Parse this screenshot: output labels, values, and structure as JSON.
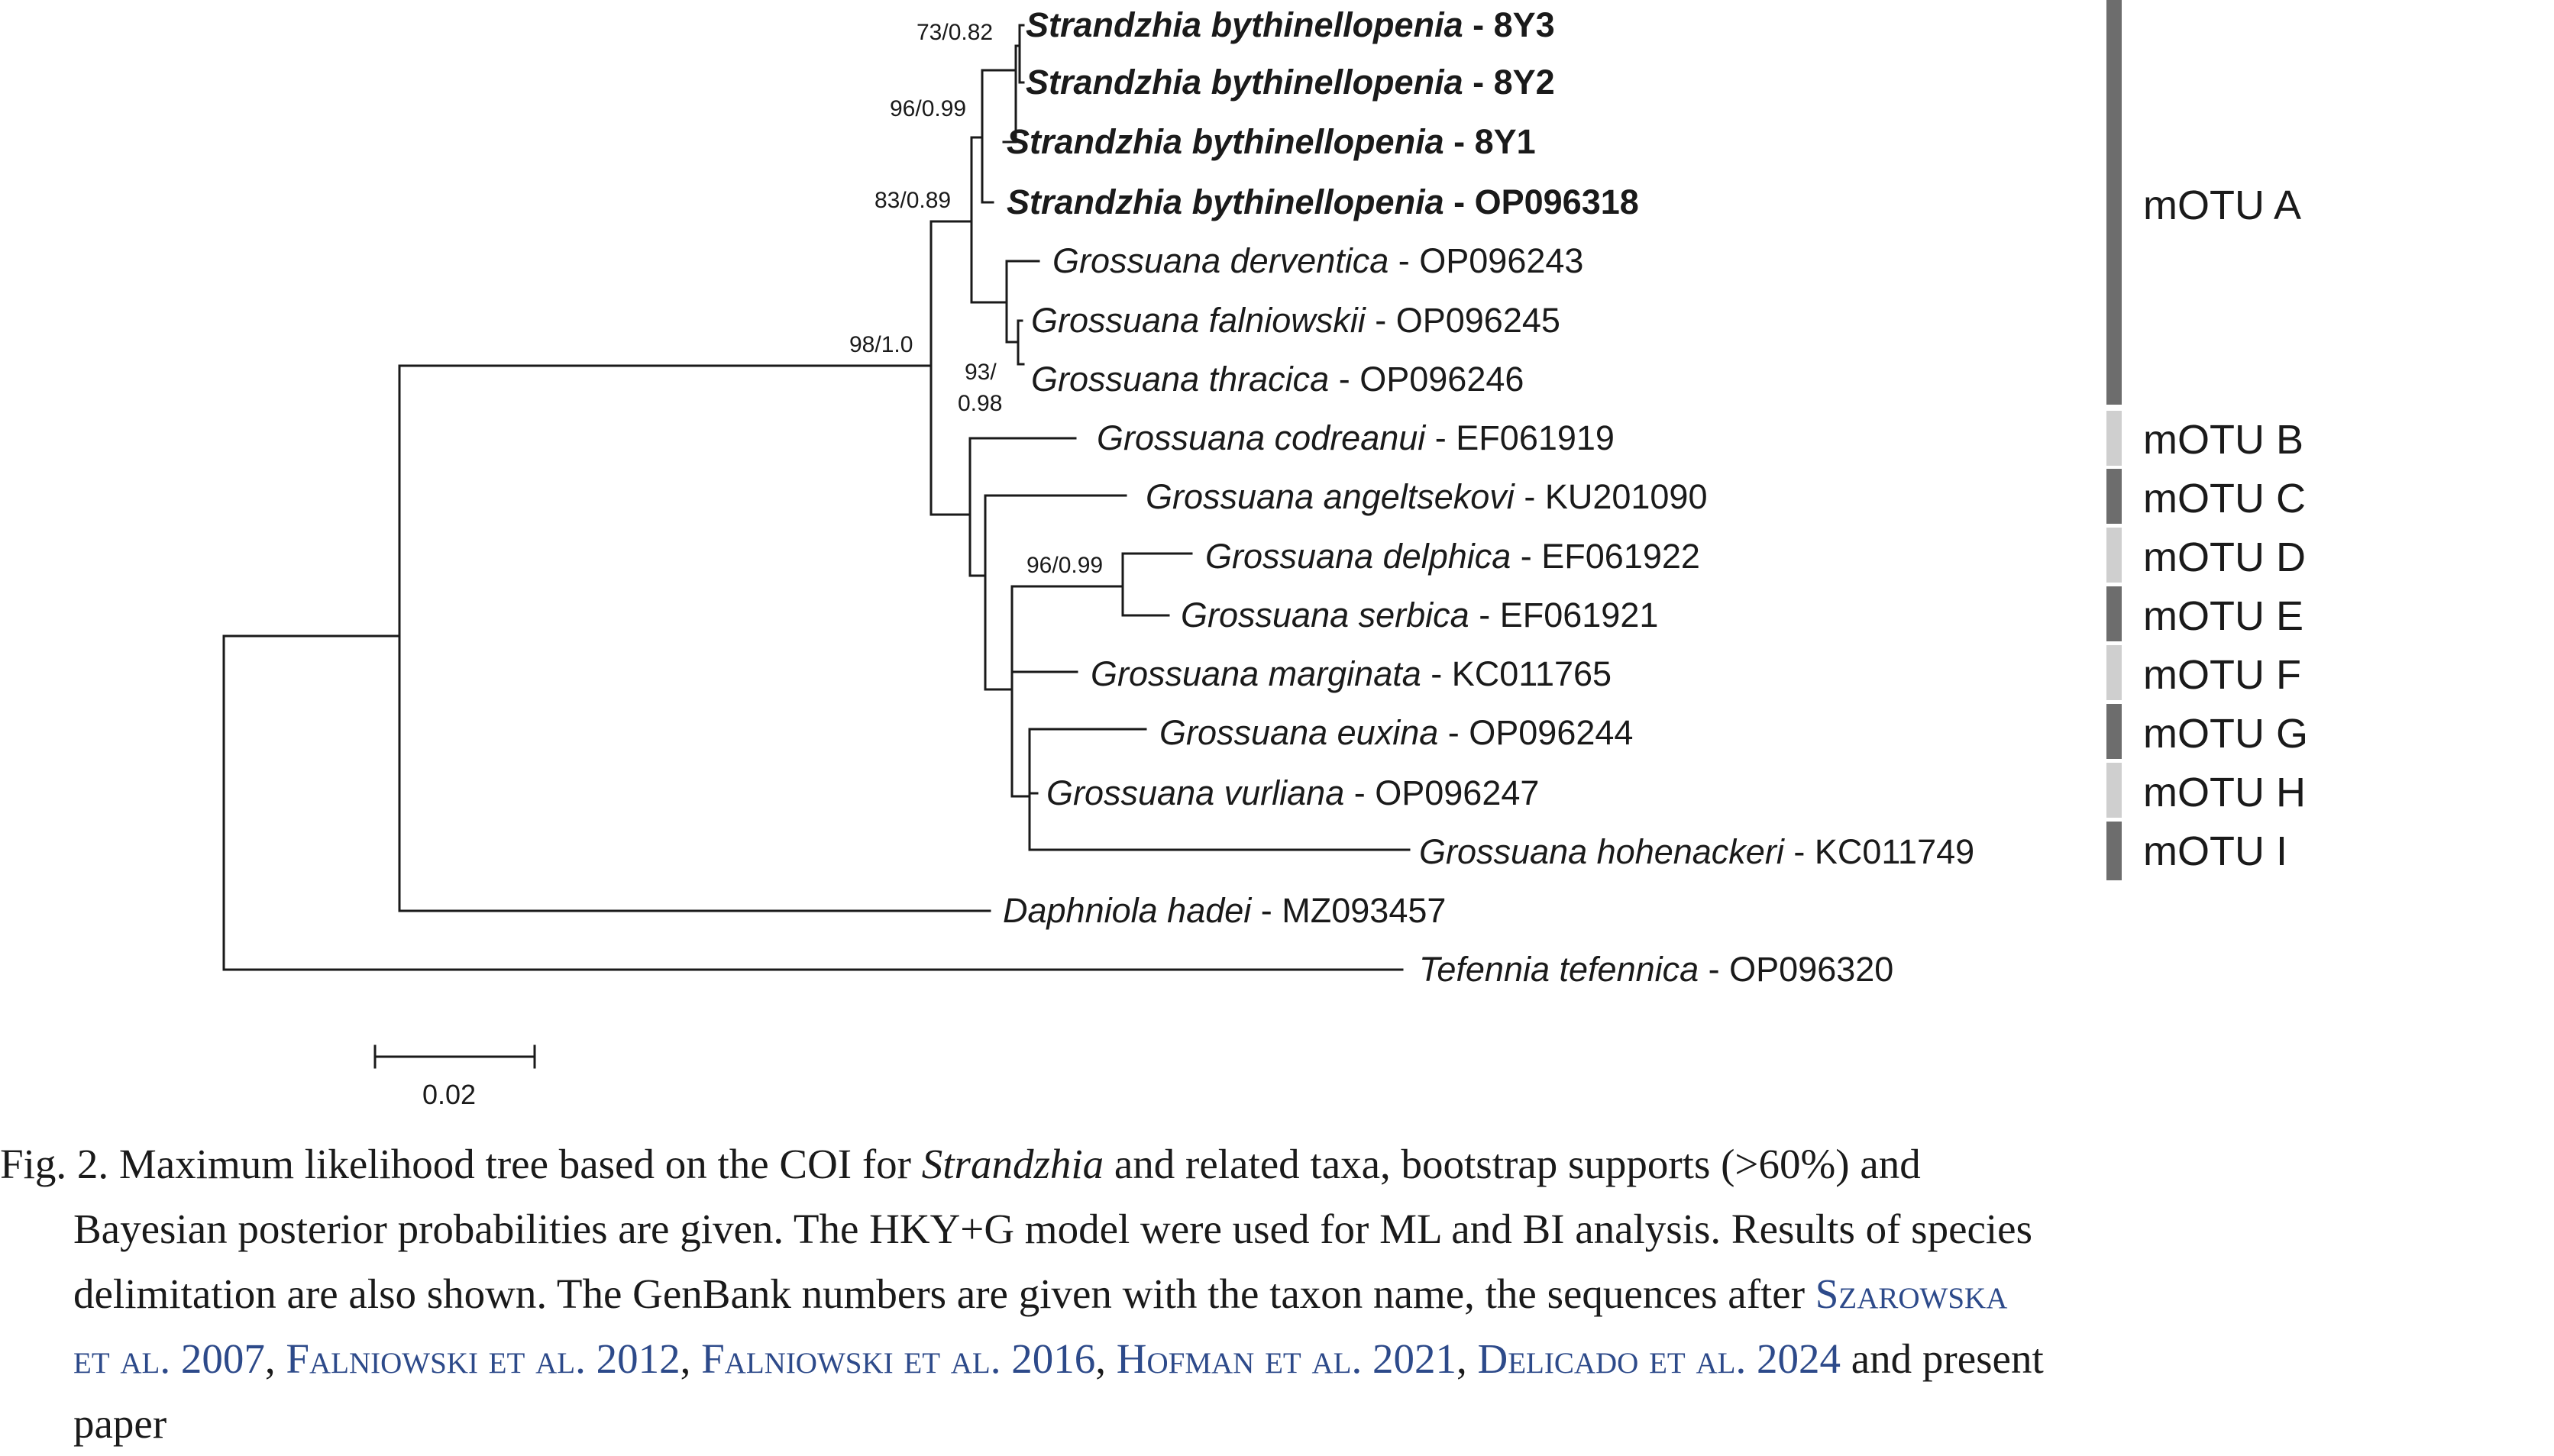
{
  "tree": {
    "taxa": [
      {
        "genus": "Strandzhia",
        "species": "bythinellopenia",
        "accession": "8Y3",
        "bold": true
      },
      {
        "genus": "Strandzhia",
        "species": "bythinellopenia",
        "accession": "8Y2",
        "bold": true
      },
      {
        "genus": "Strandzhia",
        "species": "bythinellopenia",
        "accession": "8Y1",
        "bold": true
      },
      {
        "genus": "Strandzhia",
        "species": "bythinellopenia",
        "accession": "OP096318",
        "bold": true
      },
      {
        "genus": "Grossuana",
        "species": "derventica",
        "accession": "OP096243",
        "bold": false
      },
      {
        "genus": "Grossuana",
        "species": "falniowskii",
        "accession": "OP096245",
        "bold": false
      },
      {
        "genus": "Grossuana",
        "species": "thracica",
        "accession": "OP096246",
        "bold": false
      },
      {
        "genus": "Grossuana",
        "species": "codreanui",
        "accession": "EF061919",
        "bold": false
      },
      {
        "genus": "Grossuana",
        "species": "angeltsekovi",
        "accession": "KU201090",
        "bold": false
      },
      {
        "genus": "Grossuana",
        "species": "delphica",
        "accession": "EF061922",
        "bold": false
      },
      {
        "genus": "Grossuana",
        "species": "serbica",
        "accession": "EF061921",
        "bold": false
      },
      {
        "genus": "Grossuana",
        "species": "marginata",
        "accession": "KC011765",
        "bold": false
      },
      {
        "genus": "Grossuana",
        "species": "euxina",
        "accession": "OP096244",
        "bold": false
      },
      {
        "genus": "Grossuana",
        "species": "vurliana",
        "accession": "OP096247",
        "bold": false
      },
      {
        "genus": "Grossuana",
        "species": "hohenackeri",
        "accession": "KC011749",
        "bold": false
      },
      {
        "genus": "Daphniola",
        "species": "hadei",
        "accession": "MZ093457",
        "bold": false
      },
      {
        "genus": "Tefennia",
        "species": "tefennica",
        "accession": "OP096320",
        "bold": false
      }
    ],
    "supports": {
      "s1": "73/0.82",
      "s2": "96/0.99",
      "s3": "83/0.89",
      "s4": "98/1.0",
      "s5a": "93/",
      "s5b": "0.98",
      "s6": "96/0.99"
    },
    "motu": [
      {
        "label": "mOTU A",
        "shade": "#6d6d6d"
      },
      {
        "label": "mOTU B",
        "shade": "#cfcfcf"
      },
      {
        "label": "mOTU C",
        "shade": "#6d6d6d"
      },
      {
        "label": "mOTU D",
        "shade": "#cfcfcf"
      },
      {
        "label": "mOTU E",
        "shade": "#6d6d6d"
      },
      {
        "label": "mOTU F",
        "shade": "#cfcfcf"
      },
      {
        "label": "mOTU G",
        "shade": "#6d6d6d"
      },
      {
        "label": "mOTU H",
        "shade": "#cfcfcf"
      },
      {
        "label": "mOTU I",
        "shade": "#6d6d6d"
      }
    ],
    "scale_label": "0.02",
    "separator": " - "
  },
  "caption": {
    "l1_a": "Fig. 2. Maximum likelihood tree based on the COI for ",
    "l1_genus": "Strandzhia",
    "l1_b": " and related taxa, bootstrap supports (>60%) and",
    "l2": "Bayesian posterior probabilities are given. The HKY+G model were used for ML and BI analysis. Results of species",
    "l3_a": "delimitation are also shown. The GenBank numbers are given with the taxon name, the sequences after ",
    "ref1a": "Szarowska",
    "ref1b": "et al. 2007",
    "ref2": "Falniowski et al. 2012",
    "ref3": "Falniowski et al. 2016",
    "ref4": "Hofman et al. 2021",
    "ref5": "Delicado et al. 2024",
    "sep": ", ",
    "l4_end": " and present",
    "l5": "paper"
  },
  "colors": {
    "ink": "#1a1a1a",
    "link": "#2d4a8a",
    "bar_dark": "#6d6d6d",
    "bar_light": "#cfcfcf"
  }
}
